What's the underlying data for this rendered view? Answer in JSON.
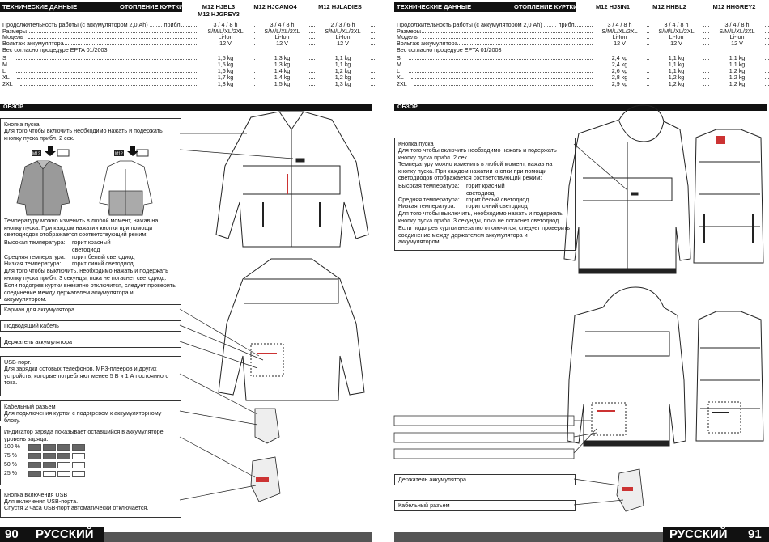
{
  "left": {
    "header": {
      "title": "ТЕХНИЧЕСКИЕ ДАННЫЕ",
      "subtitle": "ОТОПЛЕНИЕ КУРТКИ"
    },
    "columns": [
      "M12 HJBL3\nM12 HJGREY3",
      "M12 HJCAMO4",
      "M12 HJLADIES"
    ],
    "rows": [
      {
        "label": "Продолжительность работы (с аккумулятором 2,0 Ah) ........ прибл.",
        "values": [
          "3 / 4 / 8 h",
          "3 / 4 / 8 h",
          "2 / 3 / 6 h"
        ]
      },
      {
        "label": "Размеры",
        "values": [
          "S/M/L/XL/2XL",
          "S/M/L/XL/2XL",
          "S/M/L/XL/2XL"
        ]
      },
      {
        "label": "  Модель",
        "values": [
          "Li-Ion",
          "Li-Ion",
          "Li-Ion"
        ]
      },
      {
        "label": "Вольтаж аккумулятора",
        "values": [
          "12 V",
          "12 V",
          "12 V"
        ]
      },
      {
        "label": "Вес согласно процедуре EPTA 01/2003",
        "values": [
          "",
          "",
          ""
        ]
      },
      {
        "label": "  S",
        "values": [
          "1,5 kg",
          "1,3 kg",
          "1,1 kg"
        ]
      },
      {
        "label": "  M",
        "values": [
          "1,5 kg",
          "1,3 kg",
          "1,1 kg"
        ]
      },
      {
        "label": "  L",
        "values": [
          "1,6 kg",
          "1,4 kg",
          "1,2 kg"
        ]
      },
      {
        "label": "  XL",
        "values": [
          "1,7 kg",
          "1,4 kg",
          "1,2 kg"
        ]
      },
      {
        "label": "  2XL",
        "values": [
          "1,8 kg",
          "1,5 kg",
          "1,3 kg"
        ]
      }
    ],
    "overview": "ОБЗОР",
    "start_button": {
      "title": "Кнопка пуска",
      "text": "Для того чтобы включить необходимо нажать и подержать кнопку пуска прибл. 2 сек.",
      "temp_text": "Температуру можно изменить в любой момент, нажав на кнопку пуска. При каждом нажатии кнопки при помощи светодиодов отображается соответствующий режим:",
      "high_label": "Высокая температура:",
      "high_value": "горит красный светодиод",
      "mid_label": "Средняя температура:",
      "mid_value": "горит белый светодиод",
      "low_label": "Низкая температура:",
      "low_value": "горит синий светодиод",
      "off_text": "Для того чтобы выключить, необходимо нажать и подержать кнопку пуска прибл. 3 секунды, пока не погаснет светодиод.",
      "fail_text": "Если подогрев куртки внезапно отключится, следует проверить соединение между держателем аккумулятора и аккумулятором.",
      "badge": "M12"
    },
    "battery_pocket": "Карман для аккумулятора",
    "cable": "Подводящий кабель",
    "holder": "Держатель аккумулятора",
    "usb": {
      "title": "USB-порт.",
      "text": "Для зарядки сотовых телефонов, MP3-плееров и других устройств, которые потребляют менее 5 В и 1 А постоянного тока."
    },
    "cable_plug": {
      "title": "Кабельный разъем",
      "text": "Для подключения куртки с подогревом к аккумуляторному блоку."
    },
    "charge": {
      "text": "Индикатор заряда показывает оставшийся в аккумуляторе уровень заряда.",
      "levels": [
        {
          "pct": "100 %",
          "on": 4
        },
        {
          "pct": "75 %",
          "on": 3
        },
        {
          "pct": "50 %",
          "on": 2
        },
        {
          "pct": "25 %",
          "on": 1
        }
      ]
    },
    "usb_switch": {
      "title": "Кнопка включения USB",
      "text": "Для включения USB-порта.",
      "text2": "Спустя 2 часа USB-порт автоматически отключается."
    },
    "footer": {
      "num": "90",
      "lang": "РУССКИЙ"
    }
  },
  "right": {
    "header": {
      "title": "ТЕХНИЧЕСКИЕ ДАННЫЕ",
      "subtitle": "ОТОПЛЕНИЕ КУРТКИ"
    },
    "columns": [
      "M12 HJ3IN1",
      "M12 HHBL2",
      "M12 HHGREY2"
    ],
    "rows": [
      {
        "label": "Продолжительность работы (с аккумулятором 2,0 Ah) ........ прибл.",
        "values": [
          "3 / 4 / 8 h",
          "3 / 4 / 8 h",
          "3 / 4 / 8 h"
        ]
      },
      {
        "label": "Размеры",
        "values": [
          "S/M/L/XL/2XL",
          "S/M/L/XL/2XL",
          "S/M/L/XL/2XL"
        ]
      },
      {
        "label": "  Модель",
        "values": [
          "Li-Ion",
          "Li-Ion",
          "Li-Ion"
        ]
      },
      {
        "label": "Вольтаж аккумулятора",
        "values": [
          "12 V",
          "12 V",
          "12 V"
        ]
      },
      {
        "label": "Вес согласно процедуре EPTA 01/2003",
        "values": [
          "",
          "",
          ""
        ]
      },
      {
        "label": "  S",
        "values": [
          "2,4 kg",
          "1,1 kg",
          "1,1 kg"
        ]
      },
      {
        "label": "  M",
        "values": [
          "2,4 kg",
          "1,1 kg",
          "1,1 kg"
        ]
      },
      {
        "label": "  L",
        "values": [
          "2,6 kg",
          "1,1 kg",
          "1,2 kg"
        ]
      },
      {
        "label": "  XL",
        "values": [
          "2,8 kg",
          "1,2 kg",
          "1,2 kg"
        ]
      },
      {
        "label": "  2XL",
        "values": [
          "2,9 kg",
          "1,2 kg",
          "1,2 kg"
        ]
      }
    ],
    "overview": "ОБЗОР",
    "start_button": {
      "title": "Кнопка пуска",
      "text": "Для того чтобы включить необходимо нажать и подержать кнопку пуска прибл. 2 сек.",
      "temp_text": "Температуру можно изменить в любой момент, нажав на кнопку пуска. При каждом нажатии кнопки при помощи светодиодов отображается соответствующий режим:",
      "high_label": "Высокая температура:",
      "high_value": "горит красный светодиод",
      "mid_label": "Средняя температура:",
      "mid_value": "горит белый светодиод",
      "low_label": "Низкая температура:",
      "low_value": "горит синий светодиод",
      "off_text": "Для того чтобы выключить, необходимо нажать и подержать кнопку пуска прибл. 3 секунды, пока не погаснет светодиод.",
      "fail_text": "Если подогрев куртки внезапно отключится, следует проверить соединение между держателем аккумулятора и аккумулятором."
    },
    "holder": "Держатель аккумулятора",
    "cable_plug": "Кабельный разъем",
    "footer": {
      "num": "91",
      "lang": "РУССКИЙ"
    }
  }
}
